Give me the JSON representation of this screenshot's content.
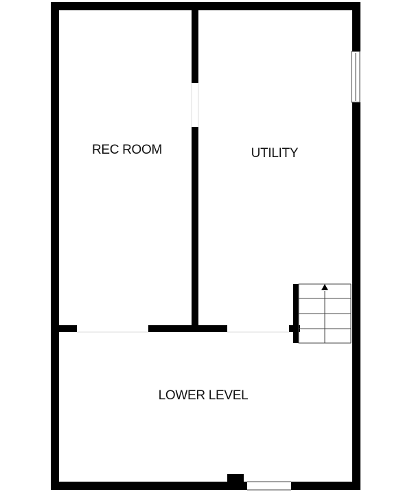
{
  "floor_plan": {
    "rooms": [
      {
        "id": "rec-room",
        "label": "REC ROOM"
      },
      {
        "id": "utility",
        "label": "UTILITY"
      },
      {
        "id": "lower-level",
        "label": "LOWER LEVEL"
      }
    ]
  },
  "colors": {
    "wall": "#000000",
    "background": "#ffffff",
    "text": "#111111"
  },
  "icons": {
    "stairs": "stairs-up-arrow",
    "window": "window-opening"
  }
}
